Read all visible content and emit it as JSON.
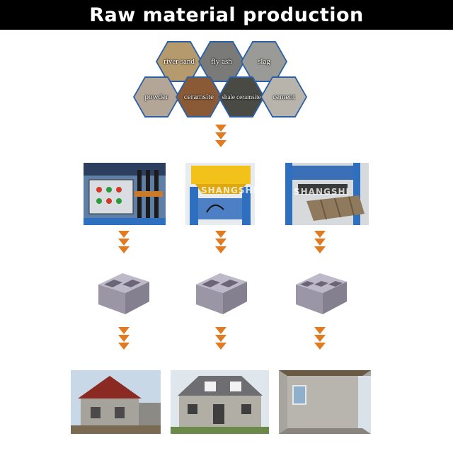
{
  "title": "Raw material production",
  "materials": [
    {
      "label": "river sand",
      "color": "#b59a6e"
    },
    {
      "label": "fly ash",
      "color": "#7a7a78"
    },
    {
      "label": "slag",
      "color": "#9a9a96"
    },
    {
      "label": "powder",
      "color": "#b3a697"
    },
    {
      "label": "ceramsite",
      "color": "#8a5a36"
    },
    {
      "label": "shale ceramsite",
      "color": "#4a4a44"
    },
    {
      "label": "cement",
      "color": "#b8b4ac"
    }
  ],
  "watermark": "SHANGSHI",
  "colors": {
    "arrow": "#e07b22",
    "hex_border": "#2b5fa6",
    "machine_blue": "#2f6fc0",
    "block_gray": "#9a96a6"
  }
}
